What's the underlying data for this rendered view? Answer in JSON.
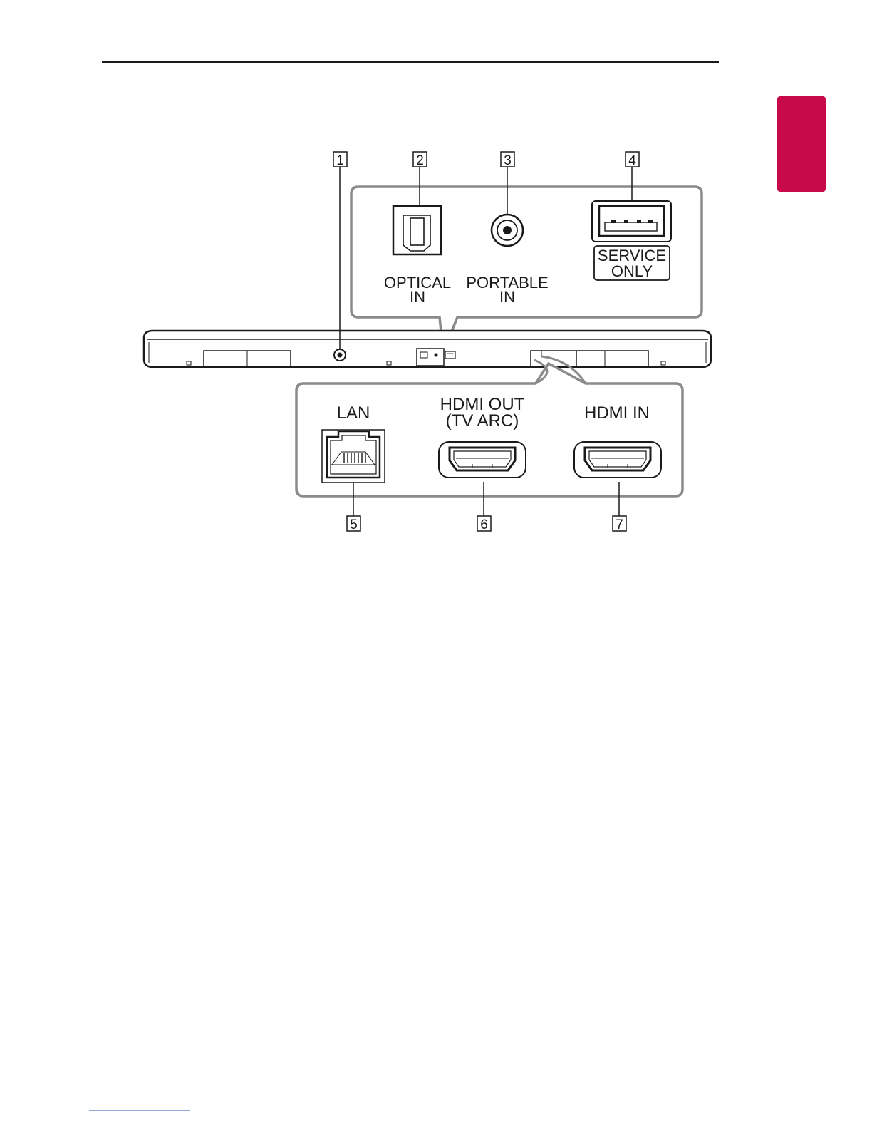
{
  "page": {
    "tab_color": "#c8094a",
    "stroke_color": "#1a1a1a",
    "panel_border_color": "#8a8a8a"
  },
  "callouts": [
    {
      "number": "1",
      "target": "power-jack-icon"
    },
    {
      "number": "2",
      "target": "optical-port-icon"
    },
    {
      "number": "3",
      "target": "portable-jack-icon"
    },
    {
      "number": "4",
      "target": "usb-port-icon"
    },
    {
      "number": "5",
      "target": "lan-port-icon"
    },
    {
      "number": "6",
      "target": "hdmi-out-port-icon"
    },
    {
      "number": "7",
      "target": "hdmi-in-port-icon"
    }
  ],
  "top_panel": {
    "optical": {
      "line1": "OPTICAL",
      "line2": "IN"
    },
    "portable": {
      "line1": "PORTABLE",
      "line2": "IN"
    },
    "service": {
      "line1": "SERVICE",
      "line2": "ONLY"
    }
  },
  "bottom_panel": {
    "lan": "LAN",
    "hdmi_out": {
      "line1": "HDMI OUT",
      "line2": "(TV ARC)"
    },
    "hdmi_in": "HDMI IN"
  }
}
